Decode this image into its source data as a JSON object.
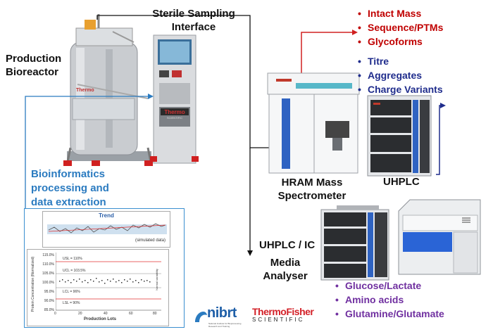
{
  "labels": {
    "production": [
      "Production",
      "Bioreactor"
    ],
    "sampling": [
      "Sterile Sampling",
      "Interface"
    ],
    "bioinformatics": [
      "Bioinformatics",
      "processing and",
      "data extraction"
    ],
    "hram": [
      "HRAM Mass",
      "Spectrometer"
    ],
    "uhplc": "UHPLC",
    "uhplc_ic": "UHPLC / IC",
    "media": [
      "Media",
      "Analyser"
    ]
  },
  "red_items": [
    "Intact Mass",
    "Sequence/PTMs",
    "Glycoforms"
  ],
  "navy_items": [
    "Titre",
    "Aggregates",
    "Charge Variants"
  ],
  "purple_items": [
    "Glucose/Lactate",
    "Amino acids",
    "Glutamine/Glutamate"
  ],
  "trend_chart": {
    "title": "Trend",
    "note": "(simulated data)"
  },
  "control_chart": {
    "ylabel": "Protein Concentration (Normalized)",
    "xlabel": "Production Lots",
    "yticks": [
      "115.0%",
      "110.0%",
      "105.0%",
      "100.0%",
      "95.0%",
      "90.0%",
      "85.0%"
    ],
    "xticks": [
      "0",
      "20",
      "40",
      "60",
      "80"
    ],
    "usl": "USL = 110%",
    "ucl": "UCL = 103.5%",
    "lcl": "LCL = 96%",
    "lsl": "LSL = 90%",
    "side_note": "Normal variability"
  },
  "logos": {
    "nibrt": "nibrt",
    "nibrt_sub": "National Institute for Bioprocessing Research and Training",
    "thermo_top": "ThermoFisher",
    "thermo_bottom": "SCIENTIFIC"
  },
  "equipment": {
    "bioreactor_brand": "Thermo",
    "controller_brand": "Thermo",
    "controller_brand_sub": "SCIENTIFIC"
  },
  "colors": {
    "red": "#c00000",
    "navy": "#1f2c8c",
    "purple": "#7030a0",
    "blue": "#2b7bc0",
    "panel_border": "#3a8fd0"
  }
}
